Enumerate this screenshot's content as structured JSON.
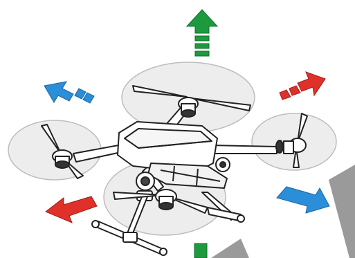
{
  "diagram": {
    "type": "illustration",
    "subject": "quadcopter-drone",
    "rotors": [
      "front-left",
      "front-right",
      "rear-left",
      "rear-right"
    ],
    "direction_arrows": [
      {
        "name": "up-arrow",
        "color": "#1e9a3e",
        "direction": "up"
      },
      {
        "name": "left-forward-arrow",
        "color": "#2a8fd8",
        "direction": "up-left"
      },
      {
        "name": "right-forward-arrow",
        "color": "#e0302a",
        "direction": "up-right"
      },
      {
        "name": "left-back-arrow",
        "color": "#e0302a",
        "direction": "down-left"
      },
      {
        "name": "right-back-arrow",
        "color": "#2a8fd8",
        "direction": "down-right"
      },
      {
        "name": "down-arrow",
        "color": "#1e9a3e",
        "direction": "down"
      }
    ],
    "colors": {
      "green": "#1e9a3e",
      "blue": "#2a8fd8",
      "red": "#e0302a",
      "rotor_disc": "#eeeeee",
      "line": "#222222",
      "shadow": "#9a9a9a"
    }
  }
}
